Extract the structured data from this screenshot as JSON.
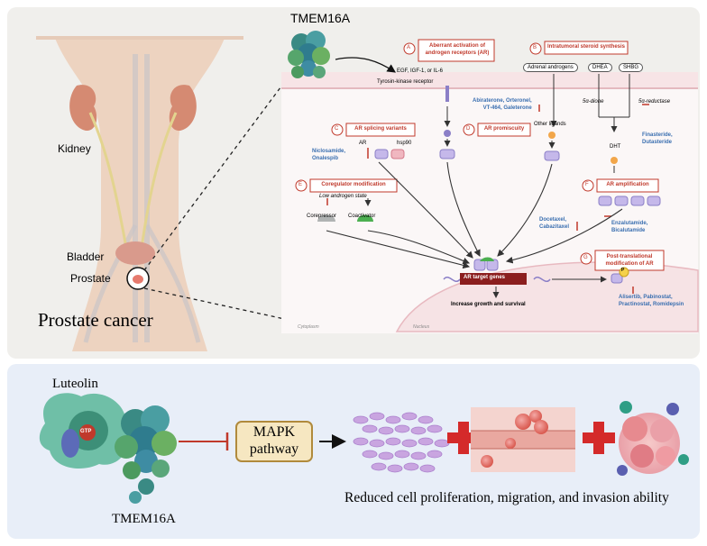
{
  "top": {
    "protein_label": "TMEM16A",
    "kidney_label": "Kidney",
    "bladder_label": "Bladder",
    "prostate_label": "Prostate",
    "cancer_label": "Prostate cancer",
    "cell": {
      "ligands": "EGF, IGF-1, or IL-6",
      "receptor": "Tyrosin-kinase receptor",
      "cytoplasm": "Cytoplasm",
      "nucleus": "Nucleus",
      "target_genes": "AR target genes",
      "outcome": "Increase growth and survival",
      "ar": "AR",
      "hsp90": "hsp90",
      "low_androgen": "Low androgen state",
      "corepressor": "Corepressor",
      "coactivator": "Coactivator",
      "adrenal": "Adrenal androgens",
      "dhea": "DHEA",
      "shbg": "SHBG",
      "dione": "5α-dione",
      "reductase": "5α-reductase",
      "dht": "DHT",
      "other_ligands": "Other ligands",
      "p_badge": "P"
    },
    "boxes": {
      "a": {
        "letter": "A",
        "line1": "Aberrant activation of",
        "line2": "androgen receptors (AR)"
      },
      "b": {
        "letter": "B",
        "line1": "Intratumoral steroid synthesis"
      },
      "c": {
        "letter": "C",
        "line1": "AR splicing variants"
      },
      "d": {
        "letter": "D",
        "line1": "AR promiscuity"
      },
      "e": {
        "letter": "E",
        "line1": "Coregulator modification"
      },
      "f": {
        "letter": "F",
        "line1": "AR amplification"
      },
      "g": {
        "letter": "G",
        "line1": "Post-translational",
        "line2": "modification of AR"
      }
    },
    "drugs": {
      "abiraterone": [
        "Abiraterone, Orteronel,",
        "VT-464, Galeterone"
      ],
      "finasteride": [
        "Finasteride,",
        "Dutasteride"
      ],
      "niclosamide": [
        "Niclosamide,",
        "Onalespib"
      ],
      "docetaxel": [
        "Docetaxel,",
        "Cabazitaxel"
      ],
      "enzalutamide": [
        "Enzalutamide,",
        "Bicalutamide"
      ],
      "alisertib": [
        "Alisertib, Pabinostat,",
        "Practinostat, Romidepsin"
      ]
    }
  },
  "bottom": {
    "luteolin_label": "Luteolin",
    "gtp_label": "GTP",
    "protein_label": "TMEM16A",
    "mapk_line1": "MAPK",
    "mapk_line2": "pathway",
    "result_text": "Reduced cell proliferation, migration, and invasion ability"
  },
  "colors": {
    "accent_red": "#c0392b",
    "drug_blue": "#3a6fb0",
    "mapk_fill": "#f6e7c1",
    "mapk_border": "#b08a3c"
  }
}
